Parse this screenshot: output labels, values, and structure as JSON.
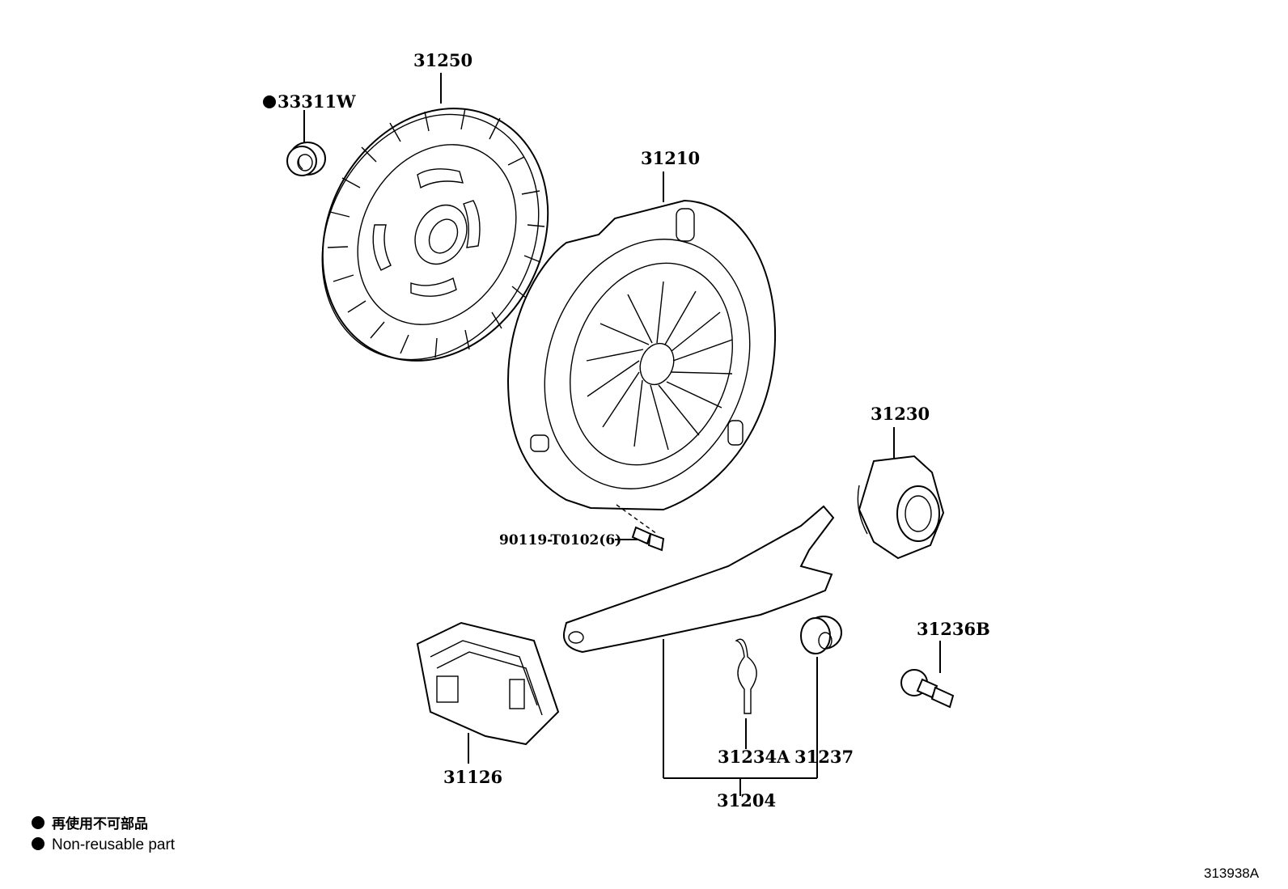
{
  "parts": [
    {
      "id": "p-33311w",
      "number": "33311W",
      "non_reusable": true
    },
    {
      "id": "p-31250",
      "number": "31250"
    },
    {
      "id": "p-31210",
      "number": "31210"
    },
    {
      "id": "p-90119",
      "number": "90119-T0102(6)"
    },
    {
      "id": "p-31230",
      "number": "31230"
    },
    {
      "id": "p-31236b",
      "number": "31236B"
    },
    {
      "id": "p-31126",
      "number": "31126"
    },
    {
      "id": "p-31234a",
      "number": "31234A"
    },
    {
      "id": "p-31237",
      "number": "31237"
    },
    {
      "id": "p-31204",
      "number": "31204"
    }
  ],
  "legend": {
    "japanese": "再使用不可部品",
    "english": "Non-reusable part"
  },
  "figure_ref": "313938A"
}
